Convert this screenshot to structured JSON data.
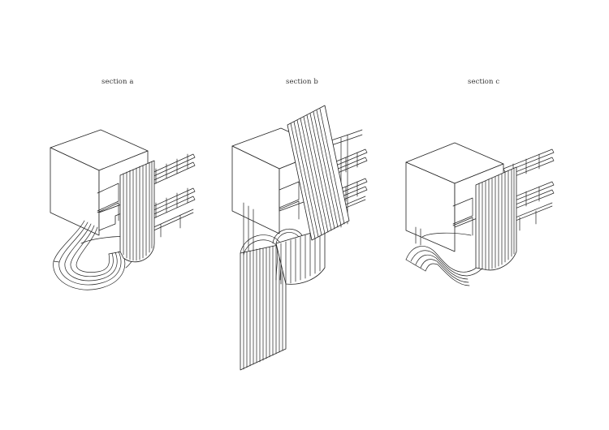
{
  "sections": [
    {
      "id": "a",
      "label": "section a"
    },
    {
      "id": "b",
      "label": "section b"
    },
    {
      "id": "c",
      "label": "section c"
    }
  ],
  "colors": {
    "line": "#222222",
    "background": "#ffffff"
  }
}
